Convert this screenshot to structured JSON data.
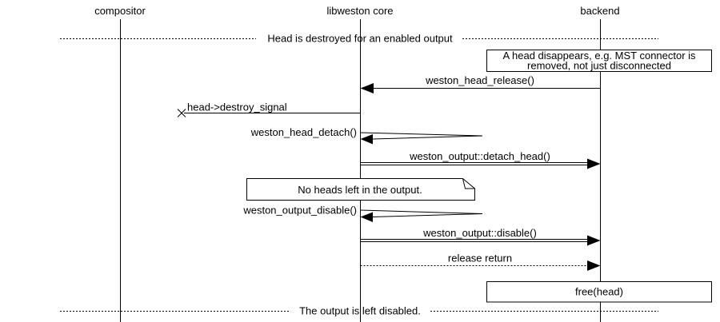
{
  "colors": {
    "foreground": "#000000",
    "background": "#ffffff"
  },
  "participants": [
    {
      "label": "compositor"
    },
    {
      "label": "libweston core"
    },
    {
      "label": "backend"
    }
  ],
  "dividers": [
    {
      "label": "Head is destroyed for an enabled output"
    },
    {
      "label": "The output is left disabled."
    }
  ],
  "notes": [
    {
      "line1": "A head disappears, e.g. MST connector is",
      "line2": "removed, not just disconnected"
    },
    {
      "label": "No heads left in the output."
    },
    {
      "label": "free(head)"
    }
  ],
  "messages": [
    {
      "label": "weston_head_release()",
      "from": "backend",
      "to": "libweston core",
      "style": "solid-arrow-left"
    },
    {
      "label": "head->destroy_signal",
      "from": "libweston core",
      "to": "lost",
      "style": "solid-cross-end"
    },
    {
      "label": "weston_head_detach()",
      "from": "libweston core",
      "to": "libweston core",
      "style": "self-loop"
    },
    {
      "label": "weston_output::detach_head()",
      "from": "libweston core",
      "to": "backend",
      "style": "double-line-arrow-right"
    },
    {
      "label": "weston_output_disable()",
      "from": "libweston core",
      "to": "libweston core",
      "style": "self-loop"
    },
    {
      "label": "weston_output::disable()",
      "from": "libweston core",
      "to": "backend",
      "style": "double-line-arrow-right"
    },
    {
      "label": "release return",
      "from": "libweston core",
      "to": "backend",
      "style": "dotted-arrow-right"
    }
  ]
}
